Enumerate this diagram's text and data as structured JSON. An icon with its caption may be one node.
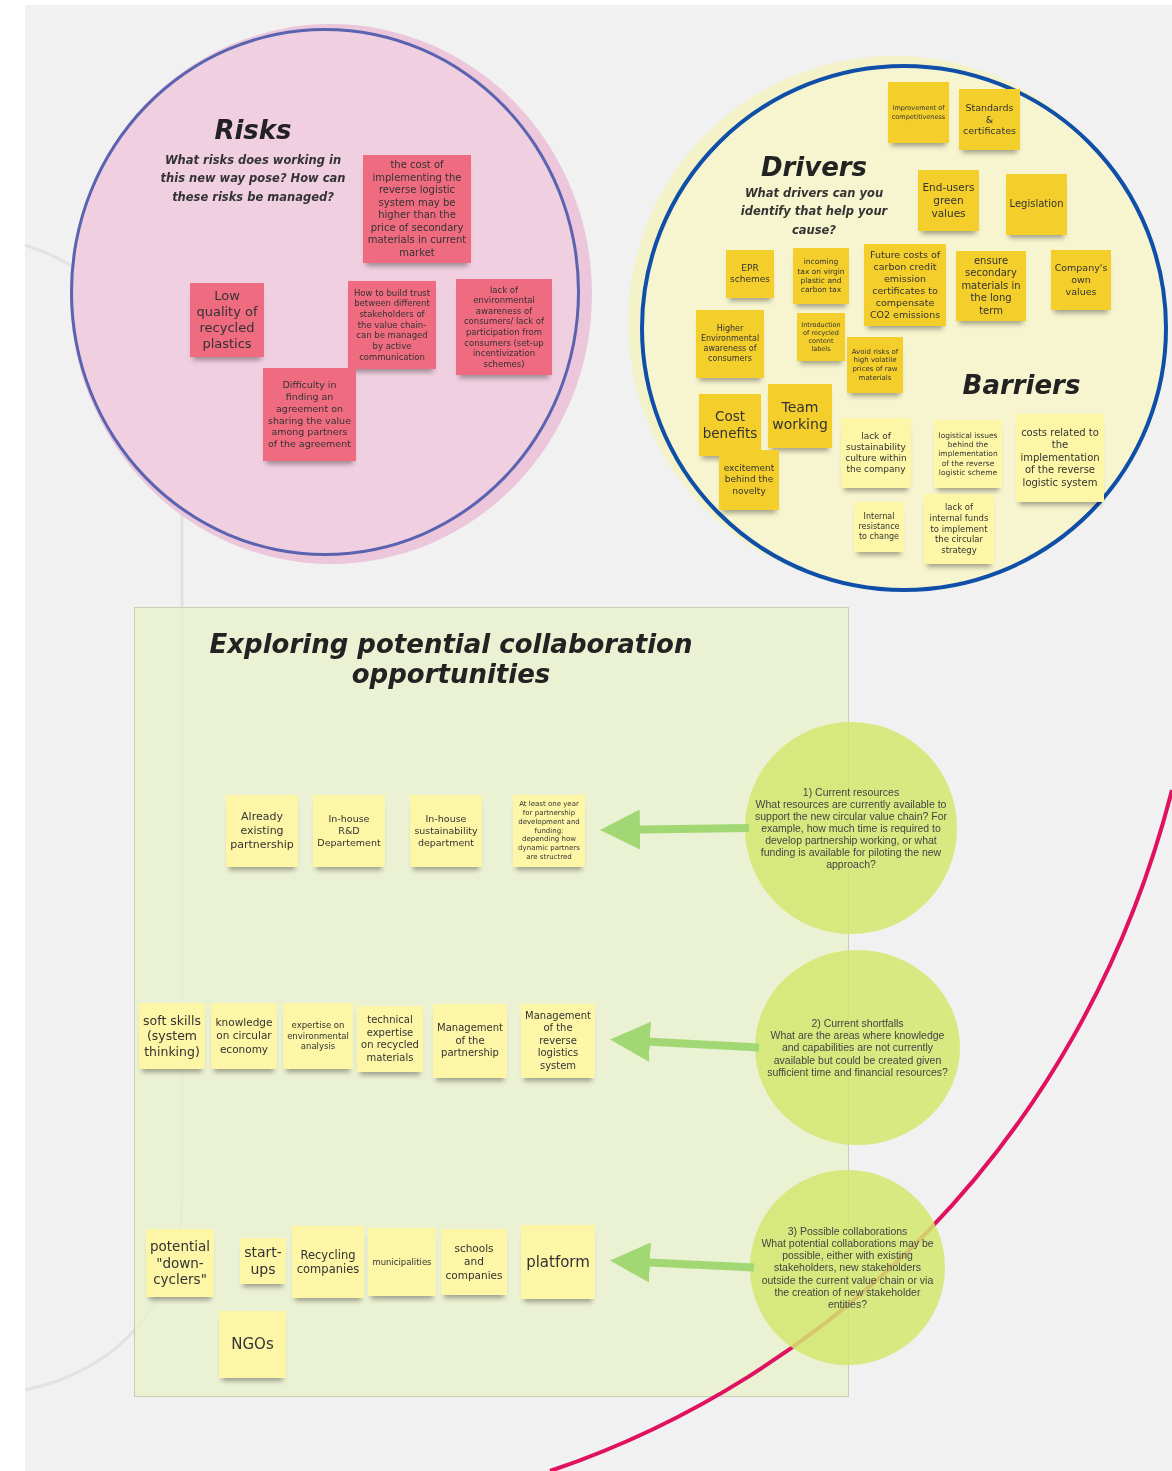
{
  "diagram": {
    "nodes": [
      {
        "text": [
          "Risks",
          "What risks does working in this new way pose? How can these risks be managed?"
        ]
      },
      {
        "text": [
          "the cost of implementing the reverse logistic system may be higher than the price of secondary materials in current market"
        ],
        "in": 0
      },
      {
        "text": [
          "Low quality of recycled plastics"
        ],
        "in": 0
      },
      {
        "text": [
          "How to build trust between different stakeholders of the value chain-can be managed by active communication"
        ],
        "in": 0
      },
      {
        "text": [
          "lack of environmental awareness of consumers/ lack of participation from consumers (set-up incentivization schemes)"
        ],
        "in": 0
      },
      {
        "text": [
          "Difficulty in finding an agreement on sharing the value among partners of the agreement"
        ],
        "in": 0
      },
      {
        "text": [
          "Drivers",
          "What drivers can you identify that help your cause?",
          "Barriers"
        ]
      },
      {
        "text": [
          "Improvement of competitiveness"
        ],
        "in": 6
      },
      {
        "text": [
          "Standards & certificates"
        ],
        "in": 6
      },
      {
        "text": [
          "End-users green values"
        ],
        "in": 6
      },
      {
        "text": [
          "Legislation"
        ],
        "in": 6
      },
      {
        "text": [
          "EPR schemes"
        ],
        "in": 6
      },
      {
        "text": [
          "incoming tax on virgin plastic and carbon tax"
        ],
        "in": 6
      },
      {
        "text": [
          "Future costs of carbon credit emission certificates to compensate CO2 emissions"
        ],
        "in": 6
      },
      {
        "text": [
          "ensure secondary materials in the long term"
        ],
        "in": 6
      },
      {
        "text": [
          "Company's own values"
        ],
        "in": 6
      },
      {
        "text": [
          "Higher Environmental awareness of consumers"
        ],
        "in": 6
      },
      {
        "text": [
          "Introduction of recycled content labels"
        ],
        "in": 6
      },
      {
        "text": [
          "Avoid risks of high volatile prices of raw materials"
        ],
        "in": 6
      },
      {
        "text": [
          "Cost benefits"
        ],
        "in": 6
      },
      {
        "text": [
          "Team working"
        ],
        "in": 6
      },
      {
        "text": [
          "excitement behind the novelty"
        ],
        "in": 6
      },
      {
        "text": [
          "lack of sustainability culture within the company"
        ],
        "in": 6
      },
      {
        "text": [
          "logistical issues behind the implementation of the reverse logistic scheme"
        ],
        "in": 6
      },
      {
        "text": [
          "costs related to the implementation of the reverse logistic system"
        ],
        "in": 6
      },
      {
        "text": [
          "Internal resistance to change"
        ],
        "in": 6
      },
      {
        "text": [
          "lack of internal funds to implement the circular strategy"
        ],
        "in": 6
      },
      {
        "text": [
          "Exploring potential collaboration opportunities"
        ]
      },
      {
        "text": [
          "Already existing partnership"
        ],
        "in": 27
      },
      {
        "text": [
          "In-house R&D Departement"
        ],
        "in": 27
      },
      {
        "text": [
          "In-house sustainability department"
        ],
        "in": 27
      },
      {
        "text": [
          "At least one year for partnership development and funding: depending how dynamic partners are structred"
        ],
        "in": 27
      },
      {
        "text": [
          "1) Current resources",
          "What resources are currently available to support the new circular value chain? For example, how much time is required to develop partnership working, or what funding is available for piloting the new approach?"
        ]
      },
      {
        "text": [
          "soft skills (system thinking)"
        ],
        "in": 27
      },
      {
        "text": [
          "knowledge on circular economy"
        ],
        "in": 27
      },
      {
        "text": [
          "expertise on environmental analysis"
        ],
        "in": 27
      },
      {
        "text": [
          "technical expertise on recycled materials"
        ],
        "in": 27
      },
      {
        "text": [
          "Management of the partnership"
        ],
        "in": 27
      },
      {
        "text": [
          "Management of the reverse logistics system"
        ],
        "in": 27
      },
      {
        "text": [
          "2) Current shortfalls",
          "What are the areas where knowledge and capabilities are not currently available but could be created given sufficient time and financial resources?"
        ]
      },
      {
        "text": [
          "potential \"down-cyclers\""
        ],
        "in": 27
      },
      {
        "text": [
          "start-ups"
        ],
        "in": 27
      },
      {
        "text": [
          "Recycling companies"
        ],
        "in": 27
      },
      {
        "text": [
          "municipalities"
        ],
        "in": 27
      },
      {
        "text": [
          "schools and companies"
        ],
        "in": 27
      },
      {
        "text": [
          "platform"
        ],
        "in": 27
      },
      {
        "text": [
          "NGOs"
        ],
        "in": 27
      },
      {
        "text": [
          "3) Possible collaborations",
          "What potential collaborations may be possible, either with existing stakeholders, new stakeholders outside the current value chain or via the creation of new stakeholder entities?"
        ]
      }
    ],
    "edges": [
      {
        "from": 32,
        "to": 31,
        "arrow": "to"
      },
      {
        "from": 39,
        "to": 38,
        "arrow": "to"
      },
      {
        "from": 47,
        "to": 45,
        "arrow": "to"
      }
    ]
  }
}
